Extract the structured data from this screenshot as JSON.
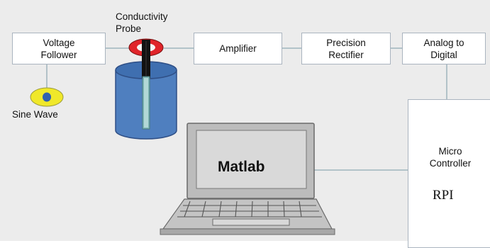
{
  "title": "",
  "blocks": {
    "voltage_follower": "Voltage\nFollower",
    "amplifier": "Amplifier",
    "precision_rectifier": "Precision\nRectifier",
    "analog_to_digital": "Analog to\nDigital",
    "micro_controller": "Micro\nController",
    "rpi": "RPI"
  },
  "labels": {
    "conductivity_probe": "Conductivity\nProbe",
    "sine_wave": "Sine Wave",
    "matlab": "Matlab"
  },
  "colors": {
    "block_border": "#aab4bf",
    "connector_line": "#9fb5bd",
    "beaker_blue": "#4f7fbf",
    "sine_source_yellow": "#f0e82a",
    "sine_source_blue": "#2f5fb0",
    "probe_red": "#e0242a",
    "laptop_gray": "#b7b7b7"
  },
  "icons": [
    "sine-wave-source-icon",
    "conductivity-probe-icon",
    "beaker-icon",
    "laptop-icon"
  ]
}
